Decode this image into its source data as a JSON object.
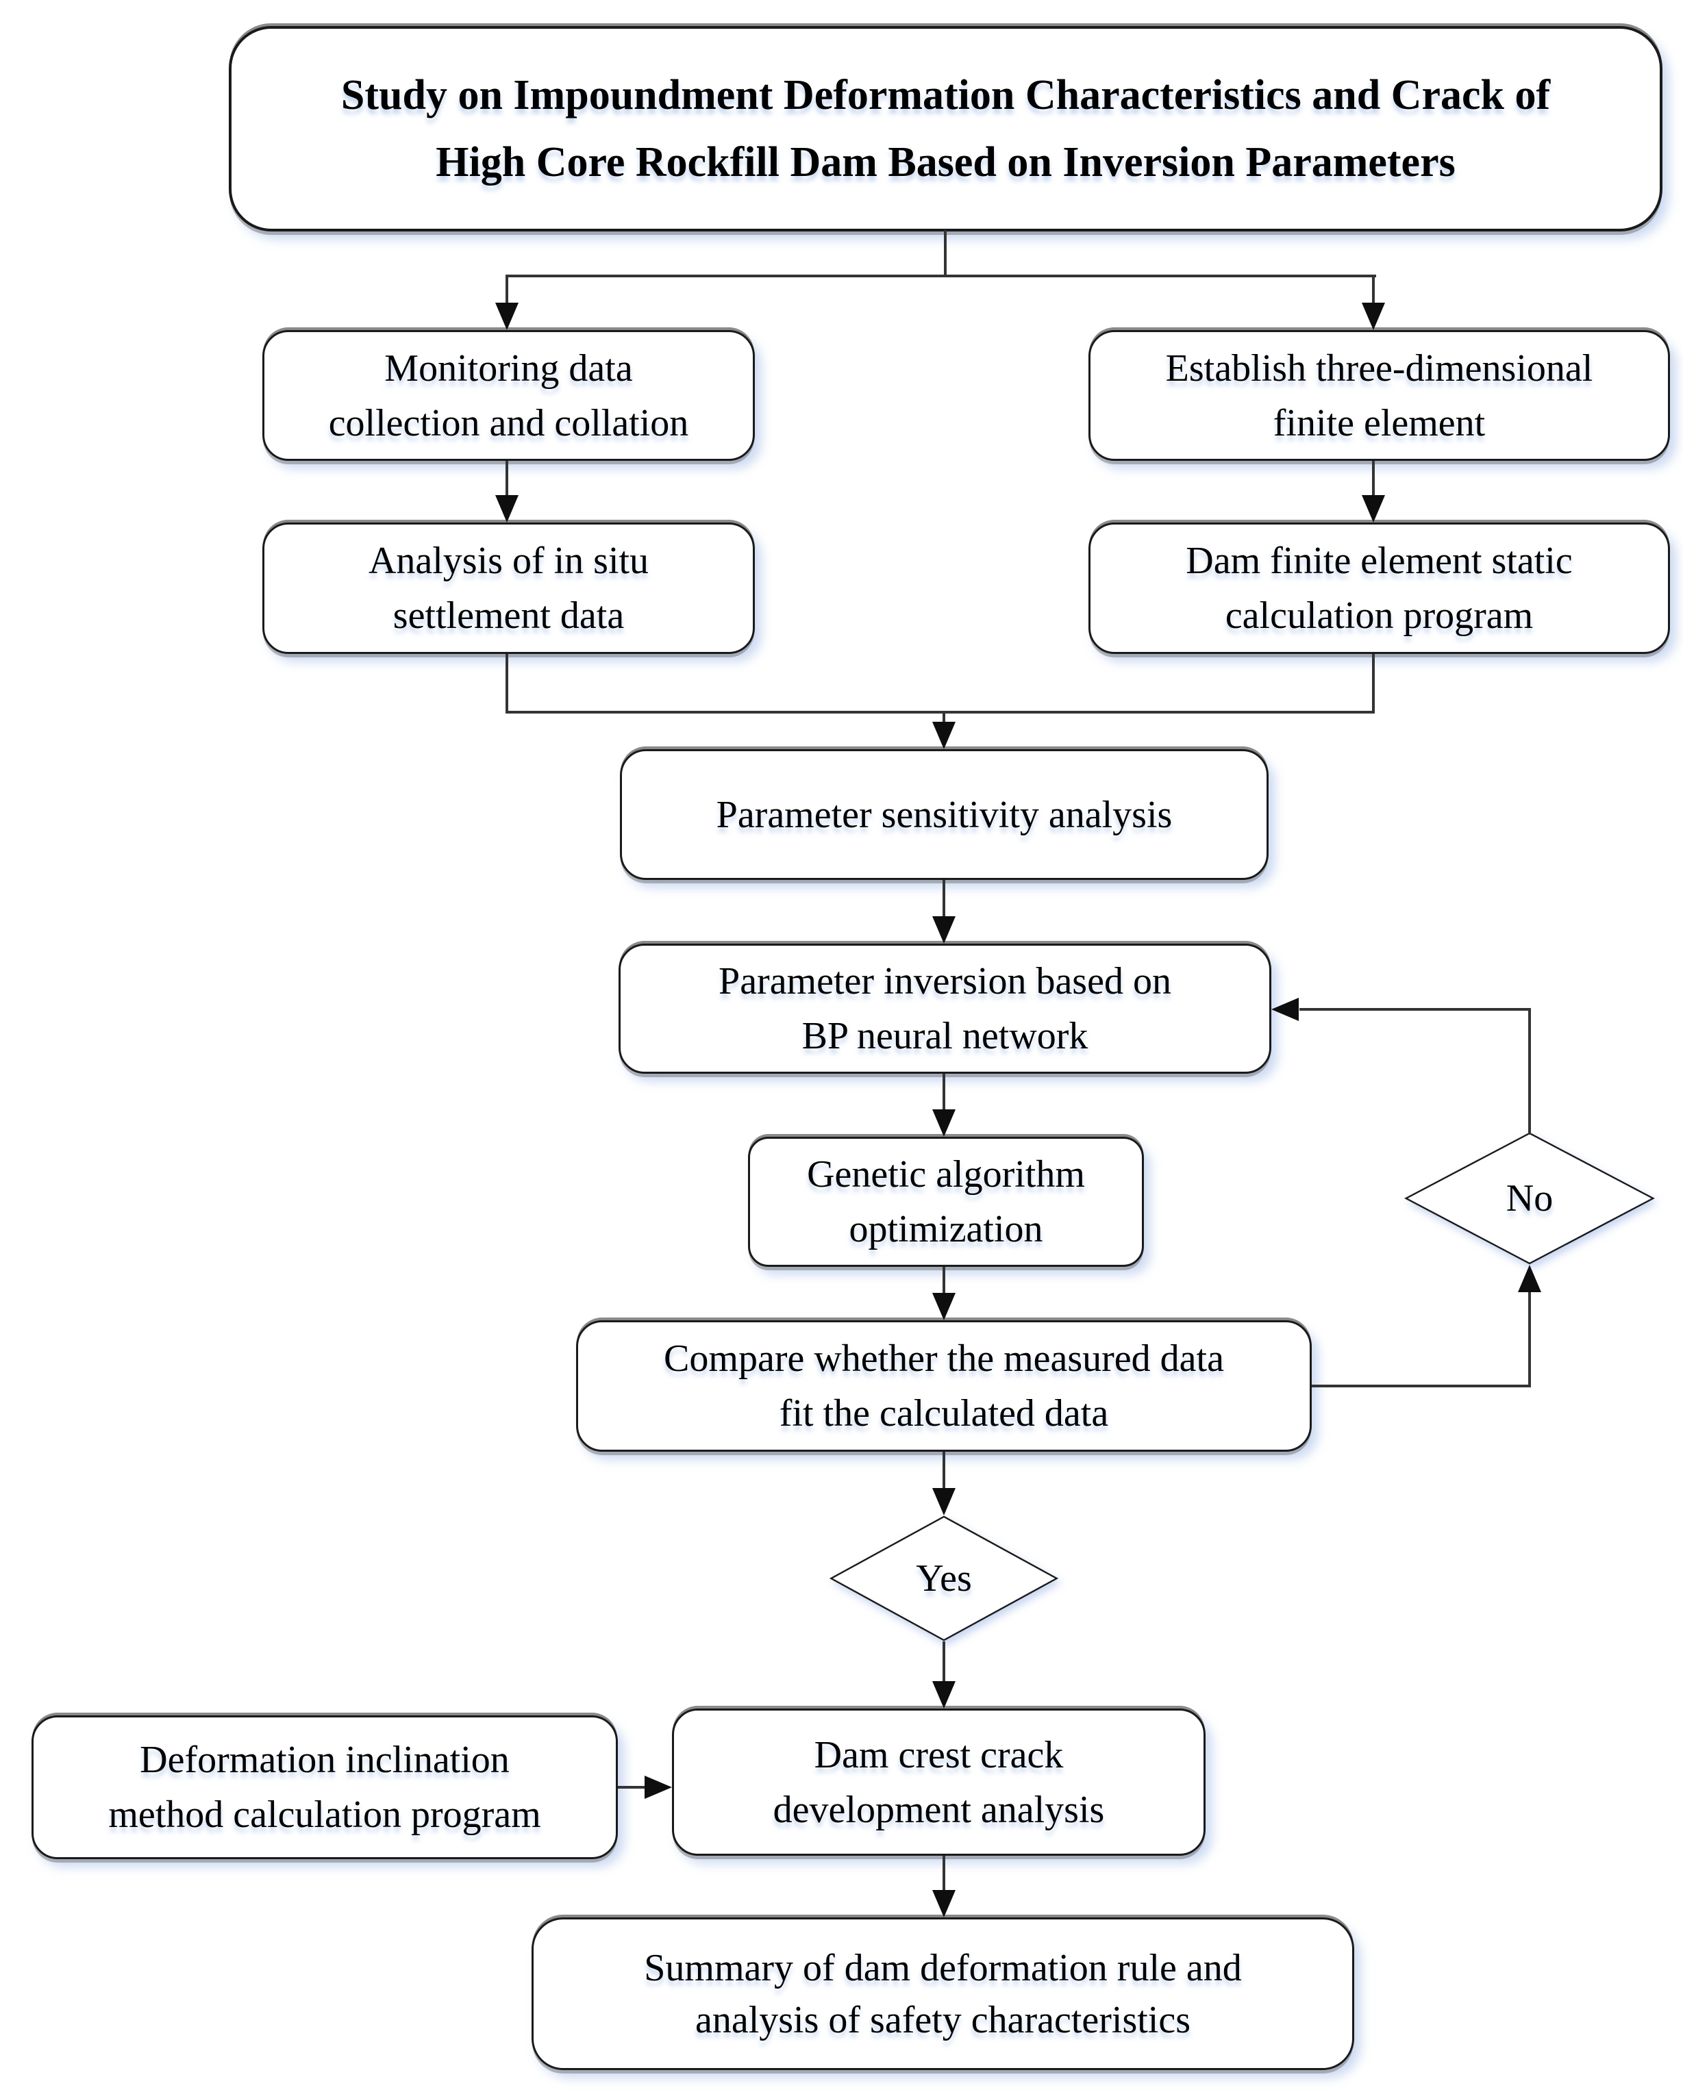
{
  "title": {
    "lines": [
      "Study on Impoundment Deformation Characteristics and Crack of",
      "High Core Rockfill Dam Based on Inversion Parameters"
    ]
  },
  "nodes": {
    "monitoring": {
      "lines": [
        "Monitoring data",
        "collection and collation"
      ]
    },
    "establish": {
      "lines": [
        "Establish three-dimensional",
        "finite element"
      ]
    },
    "analysis": {
      "lines": [
        "Analysis of in situ",
        "settlement data"
      ]
    },
    "dam_fe": {
      "lines": [
        "Dam finite element static",
        "calculation program"
      ]
    },
    "sensitivity": {
      "lines": [
        "Parameter sensitivity analysis"
      ]
    },
    "inversion": {
      "lines": [
        "Parameter inversion based on",
        "BP neural network"
      ]
    },
    "genetic": {
      "lines": [
        "Genetic algorithm",
        "optimization"
      ]
    },
    "compare": {
      "lines": [
        "Compare whether the measured data",
        "fit the calculated data"
      ]
    },
    "deformation": {
      "lines": [
        "Deformation inclination",
        "method calculation program"
      ]
    },
    "crest": {
      "lines": [
        "Dam crest crack",
        "development analysis"
      ]
    },
    "summary": {
      "lines": [
        "Summary of dam deformation rule and",
        "analysis of safety characteristics"
      ]
    }
  },
  "decisions": {
    "yes": {
      "label": "Yes"
    },
    "no": {
      "label": "No"
    }
  },
  "colors": {
    "background": "#ffffff",
    "box_fill": "#ffffff",
    "box_border": "#1a1a1a",
    "connector_line": "#343434",
    "arrowhead": "#0e0e0e",
    "text": "#000000",
    "soft_shadow_blue": "#8caade",
    "soft_shadow_gray": "#767676"
  }
}
